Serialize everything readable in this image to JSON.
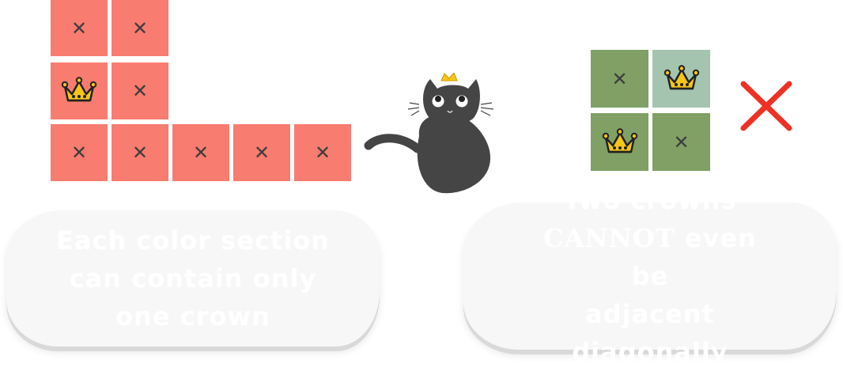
{
  "rule_left": {
    "line1": "Each color section",
    "line2": "can contain only",
    "line3": "one crown"
  },
  "rule_right": {
    "line1": "Two crowns",
    "line2_strong": "CANNOT",
    "line2_rest": " even be",
    "line3": "adjacent",
    "line4": "diagonally"
  },
  "cell_marks": {
    "cross": "✕"
  },
  "colors": {
    "red_region": "#f87c6f",
    "green_region": "#80a065",
    "mint_region": "#a5c4b0",
    "crown_gold": "#f5c518",
    "invalid_mark": "#ee3124",
    "cat_body": "#454545"
  },
  "icons": [
    "crown-icon",
    "cross-mark-icon",
    "cat-icon",
    "invalid-x-icon"
  ]
}
